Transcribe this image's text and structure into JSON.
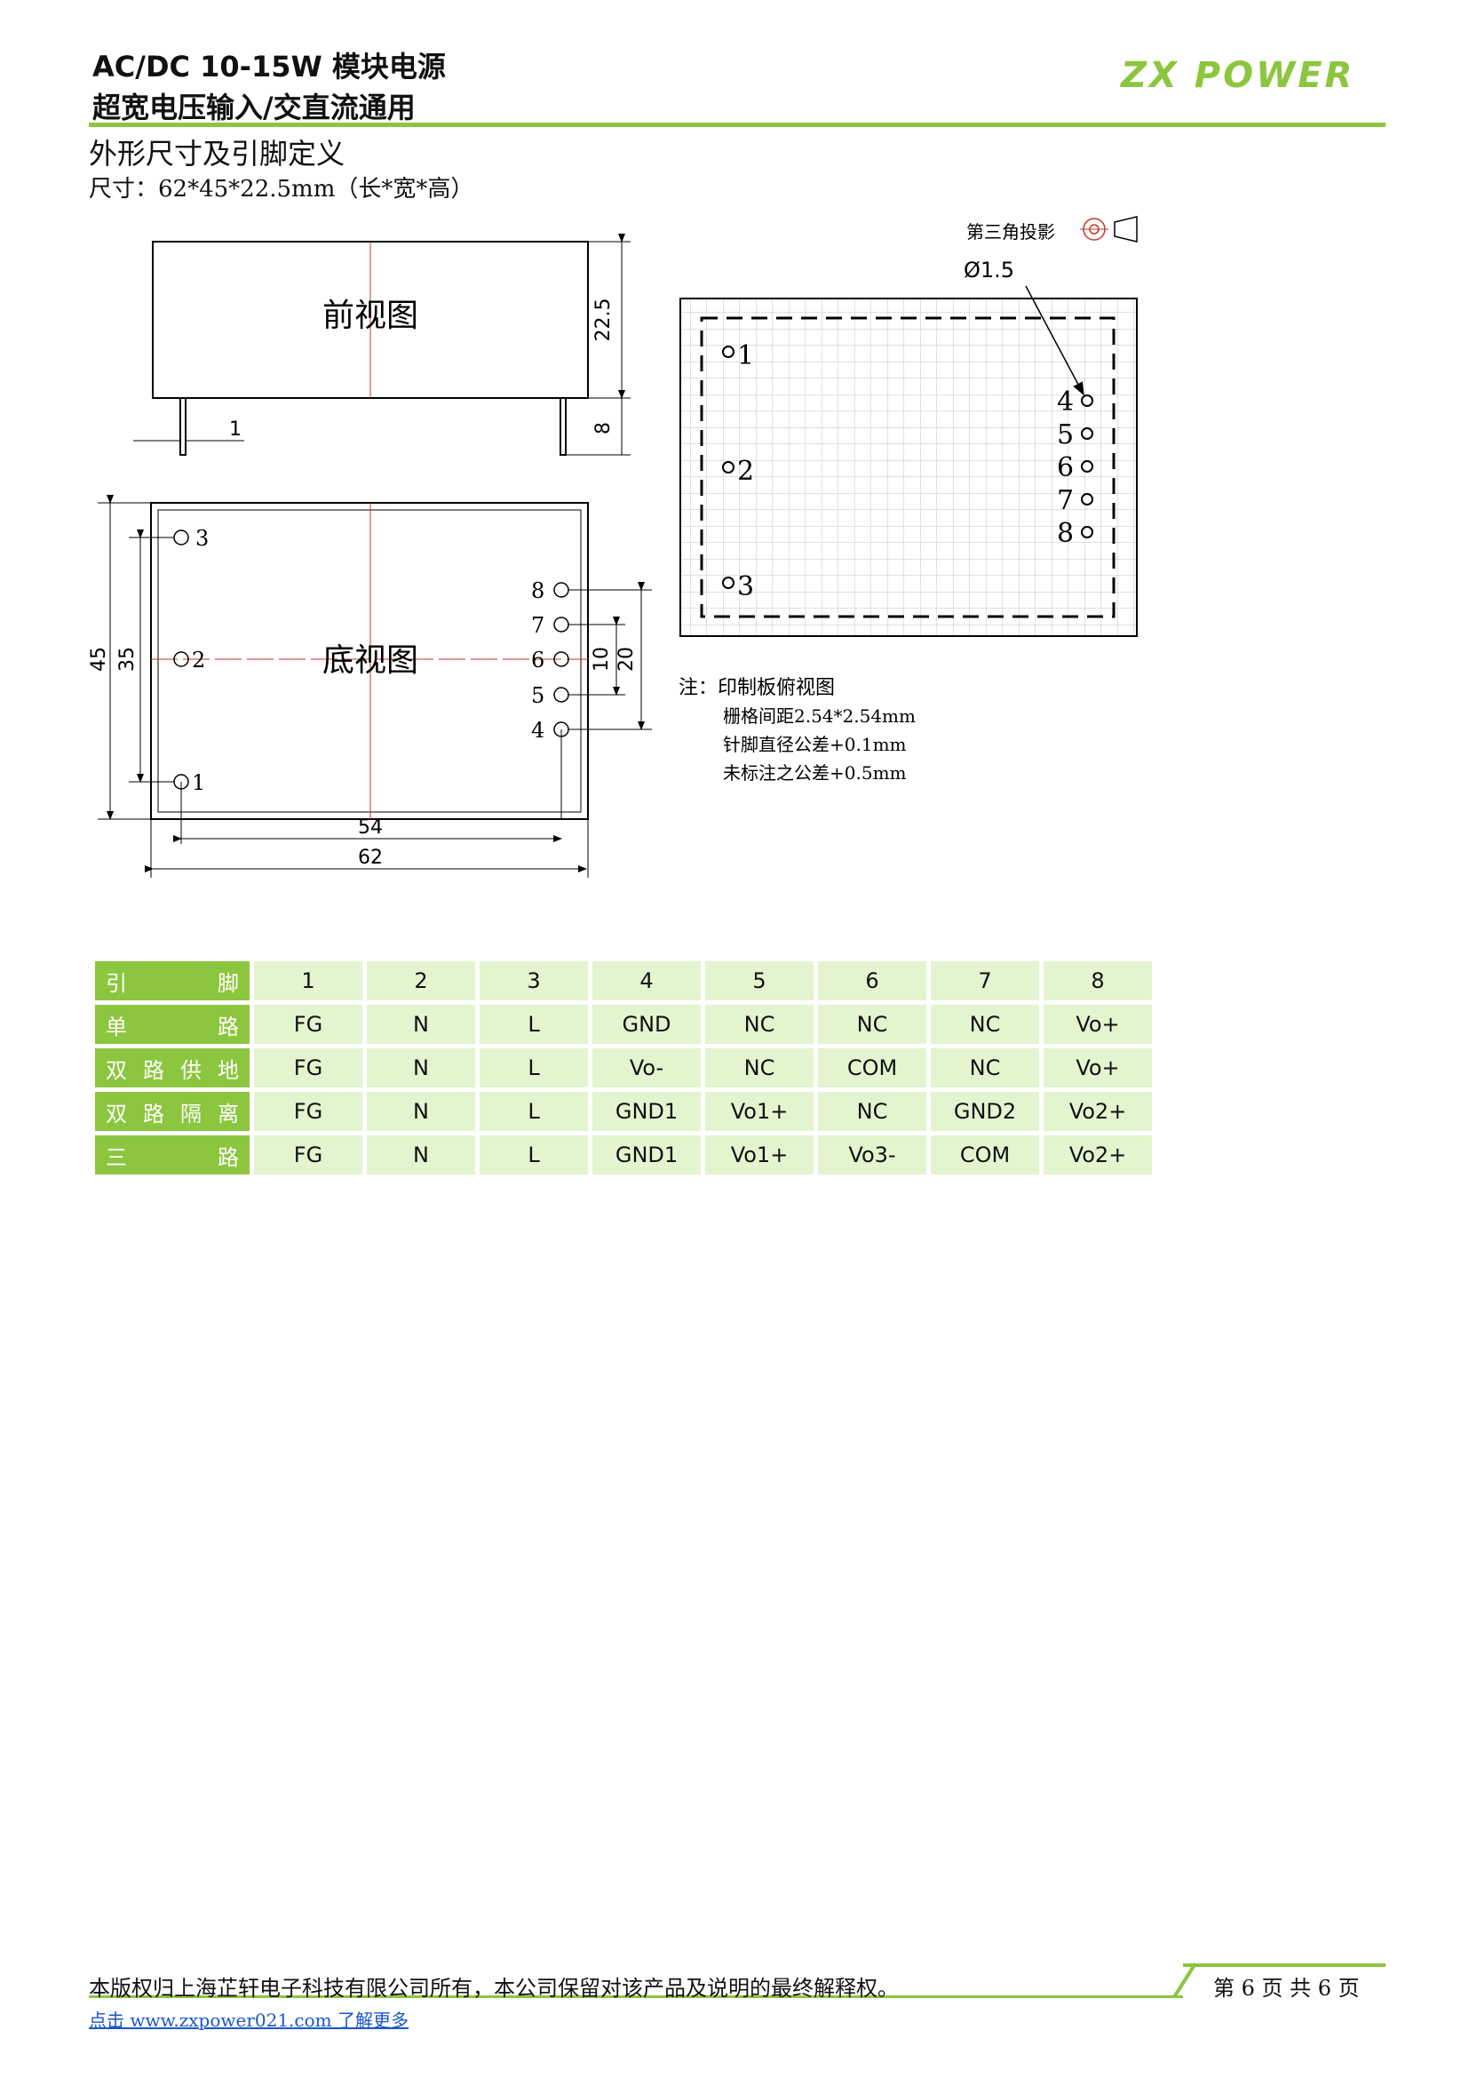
{
  "header": {
    "title_line1": "AC/DC 10-15W  模块电源",
    "title_line2": "超宽电压输入/交直流通用",
    "logo": "ZX POWER",
    "accent_color": "#8cc63f"
  },
  "section": {
    "title": "外形尺寸及引脚定义",
    "size": "尺寸：62*45*22.5mm（长*宽*高）"
  },
  "drawing": {
    "front_view_label": "前视图",
    "bottom_view_label": "底视图",
    "dim_height": "22.5",
    "dim_pin_length": "8",
    "dim_pin_width": "1",
    "dim_width45": "45",
    "dim_width35": "35",
    "dim_54": "54",
    "dim_62": "62",
    "dim_10": "10",
    "dim_20": "20",
    "projection_label": "第三角投影",
    "diameter_label": "Ø1.5",
    "bottom_pins": [
      "1",
      "2",
      "3",
      "4",
      "5",
      "6",
      "7",
      "8"
    ],
    "notes": [
      "注：印制板俯视图",
      "栅格间距2.54*2.54mm",
      "针脚直径公差+0.1mm",
      "未标注之公差+0.5mm"
    ]
  },
  "pin_table": {
    "rows": [
      {
        "head": "引脚",
        "cells": [
          "1",
          "2",
          "3",
          "4",
          "5",
          "6",
          "7",
          "8"
        ]
      },
      {
        "head": "单路",
        "cells": [
          "FG",
          "N",
          "L",
          "GND",
          "NC",
          "NC",
          "NC",
          "Vo+"
        ]
      },
      {
        "head": "双路供地",
        "cells": [
          "FG",
          "N",
          "L",
          "Vo-",
          "NC",
          "COM",
          "NC",
          "Vo+"
        ]
      },
      {
        "head": "双路隔离",
        "cells": [
          "FG",
          "N",
          "L",
          "GND1",
          "Vo1+",
          "NC",
          "GND2",
          "Vo2+"
        ]
      },
      {
        "head": "三路",
        "cells": [
          "FG",
          "N",
          "L",
          "GND1",
          "Vo1+",
          "Vo3-",
          "COM",
          "Vo2+"
        ]
      }
    ]
  },
  "footer": {
    "copyright": "本版权归上海芷轩电子科技有限公司所有，本公司保留对该产品及说明的最终解释权。",
    "link": "点击 www.zxpower021.com 了解更多",
    "page": "第 6 页 共 6 页"
  }
}
